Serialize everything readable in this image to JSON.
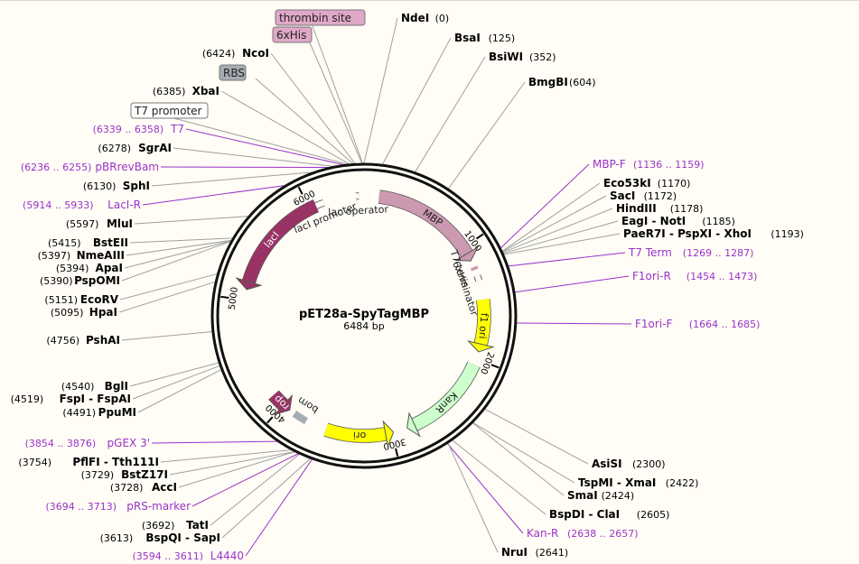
{
  "map": {
    "name": "pET28a-SpyTagMBP",
    "length_label": "6484 bp",
    "total_bp": 6484
  },
  "ticks": [
    {
      "bp": 1000,
      "label": "1000"
    },
    {
      "bp": 2000,
      "label": "2000"
    },
    {
      "bp": 3000,
      "label": "3000"
    },
    {
      "bp": 4000,
      "label": "4000"
    },
    {
      "bp": 5000,
      "label": "5000"
    },
    {
      "bp": 6000,
      "label": "6000"
    }
  ],
  "features": [
    {
      "name": "MBP",
      "start": 130,
      "end": 1130,
      "strand": 1,
      "color": "#cc99b1",
      "label": "MBP"
    },
    {
      "name": "f1 ori",
      "start": 1480,
      "end": 1936,
      "strand": 1,
      "color": "#ffff00",
      "label": "f1 ori"
    },
    {
      "name": "KanR",
      "start": 2051,
      "end": 2864,
      "strand": 1,
      "color": "#ccffcc",
      "label": "KanR"
    },
    {
      "name": "ori",
      "start": 2986,
      "end": 3575,
      "strand": -1,
      "color": "#ffff00",
      "label": "ori"
    },
    {
      "name": "rop",
      "start": 3930,
      "end": 4120,
      "strand": -1,
      "color": "#993366",
      "label": "rop"
    },
    {
      "name": "bom",
      "start": 3760,
      "end": 3880,
      "strand": 0,
      "color": "#a6acb3",
      "label": "bom"
    },
    {
      "name": "lacI",
      "start": 5090,
      "end": 6060,
      "strand": -1,
      "color": "#993366",
      "label": "lacI"
    },
    {
      "name": "lacI promoter",
      "start": 6060,
      "end": 6130,
      "strand": 0,
      "color": "#ffffff",
      "label": "lacI promoter"
    },
    {
      "name": "lac operator",
      "start": 6415,
      "end": 6440,
      "strand": 0,
      "color": "#ffffff",
      "label": "lac operator"
    },
    {
      "name": "6xHis",
      "start": 1190,
      "end": 1215,
      "strand": 0,
      "color": "#cc99b1",
      "label": "6xHis"
    },
    {
      "name": "T7 terminator",
      "start": 1269,
      "end": 1315,
      "strand": 0,
      "color": "#ffffff",
      "label": "T7 terminator"
    }
  ],
  "labels": [
    {
      "text": "thrombin site",
      "num": "",
      "kind": "feature_box",
      "box_color": "#e0a8c8"
    },
    {
      "text": "6xHis",
      "num": "",
      "kind": "feature_box",
      "box_color": "#e0a8c8"
    },
    {
      "text": "NdeI",
      "num": "(0)",
      "kind": "enzyme"
    },
    {
      "text": "BsaI",
      "num": "(125)",
      "kind": "enzyme"
    },
    {
      "text": "BsiWI",
      "num": "(352)",
      "kind": "enzyme"
    },
    {
      "text": "BmgBI",
      "num": "(604)",
      "kind": "enzyme"
    },
    {
      "text": "NcoI",
      "num": "(6424)",
      "kind": "enzyme"
    },
    {
      "text": "RBS",
      "num": "",
      "kind": "feature_box",
      "box_color": "#a6acb3"
    },
    {
      "text": "XbaI",
      "num": "(6385)",
      "kind": "enzyme"
    },
    {
      "text": "T7 promoter",
      "num": "",
      "kind": "feature_box",
      "box_color": "#ffffff"
    },
    {
      "text": "T7",
      "num": "(6339 .. 6358)",
      "kind": "primer"
    },
    {
      "text": "SgrAI",
      "num": "(6278)",
      "kind": "enzyme"
    },
    {
      "text": "pBRrevBam",
      "num": "(6236 .. 6255)",
      "kind": "primer"
    },
    {
      "text": "SphI",
      "num": "(6130)",
      "kind": "enzyme"
    },
    {
      "text": "LacI-R",
      "num": "(5914 .. 5933)",
      "kind": "primer"
    },
    {
      "text": "MluI",
      "num": "(5597)",
      "kind": "enzyme"
    },
    {
      "text": "BstEII",
      "num": "(5415)",
      "kind": "enzyme"
    },
    {
      "text": "NmeAIII",
      "num": "(5397)",
      "kind": "enzyme"
    },
    {
      "text": "ApaI",
      "num": "(5394)",
      "kind": "enzyme"
    },
    {
      "text": "PspOMI",
      "num": "(5390)",
      "kind": "enzyme"
    },
    {
      "text": "EcoRV",
      "num": "(5151)",
      "kind": "enzyme"
    },
    {
      "text": "HpaI",
      "num": "(5095)",
      "kind": "enzyme"
    },
    {
      "text": "PshAI",
      "num": "(4756)",
      "kind": "enzyme"
    },
    {
      "text": "BglI",
      "num": "(4540)",
      "kind": "enzyme"
    },
    {
      "text": "FspI - FspAI",
      "num": "(4519)",
      "kind": "enzyme"
    },
    {
      "text": "PpuMI",
      "num": "(4491)",
      "kind": "enzyme"
    },
    {
      "text": "pGEX 3'",
      "num": "(3854 .. 3876)",
      "kind": "primer"
    },
    {
      "text": "PflFI - Tth111I",
      "num": "(3754)",
      "kind": "enzyme"
    },
    {
      "text": "BstZ17I",
      "num": "(3729)",
      "kind": "enzyme"
    },
    {
      "text": "AccI",
      "num": "(3728)",
      "kind": "enzyme"
    },
    {
      "text": "pRS-marker",
      "num": "(3694 .. 3713)",
      "kind": "primer"
    },
    {
      "text": "TatI",
      "num": "(3692)",
      "kind": "enzyme"
    },
    {
      "text": "BspQI - SapI",
      "num": "(3613)",
      "kind": "enzyme"
    },
    {
      "text": "L4440",
      "num": "(3594 .. 3611)",
      "kind": "primer"
    },
    {
      "text": "MBP-F",
      "num": "(1136 .. 1159)",
      "kind": "primer"
    },
    {
      "text": "Eco53kI",
      "num": "(1170)",
      "kind": "enzyme"
    },
    {
      "text": "SacI",
      "num": "(1172)",
      "kind": "enzyme"
    },
    {
      "text": "HindIII",
      "num": "(1178)",
      "kind": "enzyme"
    },
    {
      "text": "EagI - NotI",
      "num": "(1185)",
      "kind": "enzyme"
    },
    {
      "text": "PaeR7I - PspXI - XhoI",
      "num": "(1193)",
      "kind": "enzyme"
    },
    {
      "text": "T7 Term",
      "num": "(1269 .. 1287)",
      "kind": "primer"
    },
    {
      "text": "F1ori-R",
      "num": "(1454 .. 1473)",
      "kind": "primer"
    },
    {
      "text": "F1ori-F",
      "num": "(1664 .. 1685)",
      "kind": "primer"
    },
    {
      "text": "AsiSI",
      "num": "(2300)",
      "kind": "enzyme"
    },
    {
      "text": "TspMI - XmaI",
      "num": "(2422)",
      "kind": "enzyme"
    },
    {
      "text": "SmaI",
      "num": "(2424)",
      "kind": "enzyme"
    },
    {
      "text": "BspDI - ClaI",
      "num": "(2605)",
      "kind": "enzyme"
    },
    {
      "text": "Kan-R",
      "num": "(2638 .. 2657)",
      "kind": "primer"
    },
    {
      "text": "NruI",
      "num": "(2641)",
      "kind": "enzyme"
    }
  ],
  "colors": {
    "primer": "#9933cc",
    "enzyme_line": "#a0a0a0",
    "backbone": "#111111"
  }
}
